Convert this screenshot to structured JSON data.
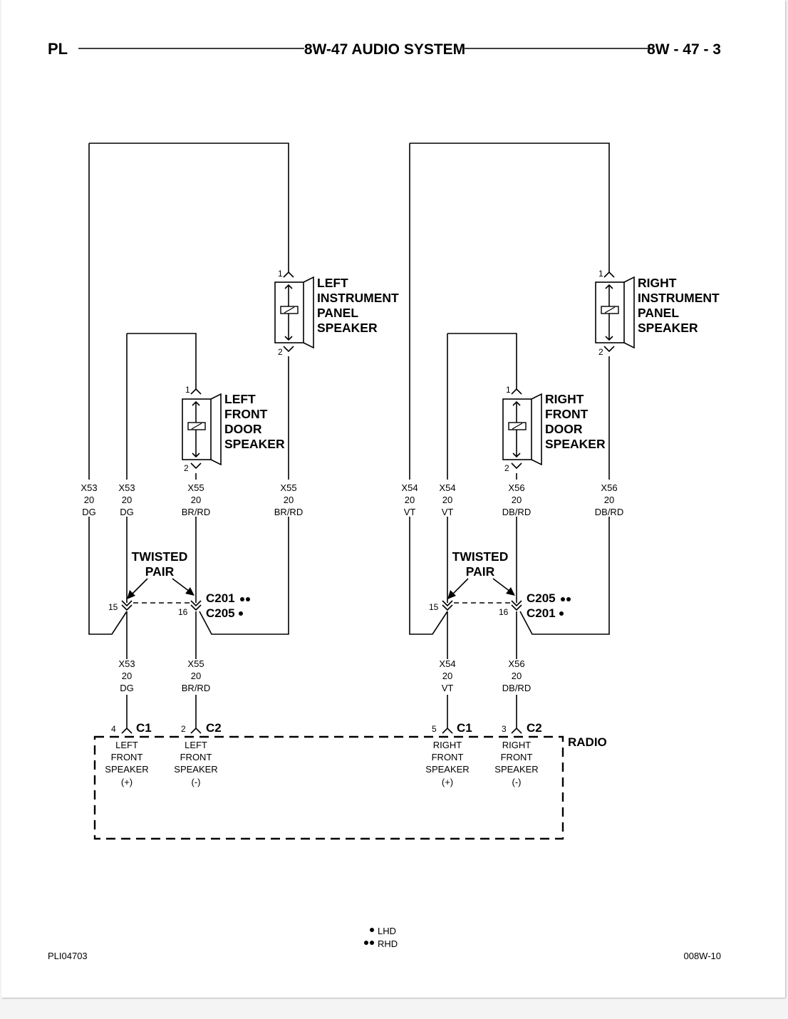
{
  "header": {
    "left": "PL",
    "center": "8W-47 AUDIO SYSTEM",
    "right": "8W - 47 - 3"
  },
  "speakers": {
    "left_ip": [
      "LEFT",
      "INSTRUMENT",
      "PANEL",
      "SPEAKER"
    ],
    "left_door": [
      "LEFT",
      "FRONT",
      "DOOR",
      "SPEAKER"
    ],
    "right_ip": [
      "RIGHT",
      "INSTRUMENT",
      "PANEL",
      "SPEAKER"
    ],
    "right_door": [
      "RIGHT",
      "FRONT",
      "DOOR",
      "SPEAKER"
    ]
  },
  "pins": {
    "one": "1",
    "two": "2"
  },
  "wires_upper": [
    [
      "X53",
      "20",
      "DG"
    ],
    [
      "X53",
      "20",
      "DG"
    ],
    [
      "X55",
      "20",
      "BR/RD"
    ],
    [
      "X55",
      "20",
      "BR/RD"
    ],
    [
      "X54",
      "20",
      "VT"
    ],
    [
      "X54",
      "20",
      "VT"
    ],
    [
      "X56",
      "20",
      "DB/RD"
    ],
    [
      "X56",
      "20",
      "DB/RD"
    ]
  ],
  "wires_lower": [
    [
      "X53",
      "20",
      "DG"
    ],
    [
      "X55",
      "20",
      "BR/RD"
    ],
    [
      "X54",
      "20",
      "VT"
    ],
    [
      "X56",
      "20",
      "DB/RD"
    ]
  ],
  "twisted_pair": [
    "TWISTED",
    "PAIR"
  ],
  "inline": {
    "left": {
      "pin_a": "15",
      "pin_b": "16",
      "conn_top": "C201",
      "conn_bottom": "C205"
    },
    "right": {
      "pin_a": "15",
      "pin_b": "16",
      "conn_top": "C205",
      "conn_bottom": "C201"
    }
  },
  "radio": {
    "label": "RADIO",
    "connectors": [
      {
        "pin": "4",
        "conn": "C1",
        "label": [
          "LEFT",
          "FRONT",
          "SPEAKER",
          "(+)"
        ]
      },
      {
        "pin": "2",
        "conn": "C2",
        "label": [
          "LEFT",
          "FRONT",
          "SPEAKER",
          "(-)"
        ]
      },
      {
        "pin": "5",
        "conn": "C1",
        "label": [
          "RIGHT",
          "FRONT",
          "SPEAKER",
          "(+)"
        ]
      },
      {
        "pin": "3",
        "conn": "C2",
        "label": [
          "RIGHT",
          "FRONT",
          "SPEAKER",
          "(-)"
        ]
      }
    ]
  },
  "legend": {
    "lhd": "LHD",
    "rhd": "RHD"
  },
  "footer": {
    "left": "PLI04703",
    "right": "008W-10"
  }
}
